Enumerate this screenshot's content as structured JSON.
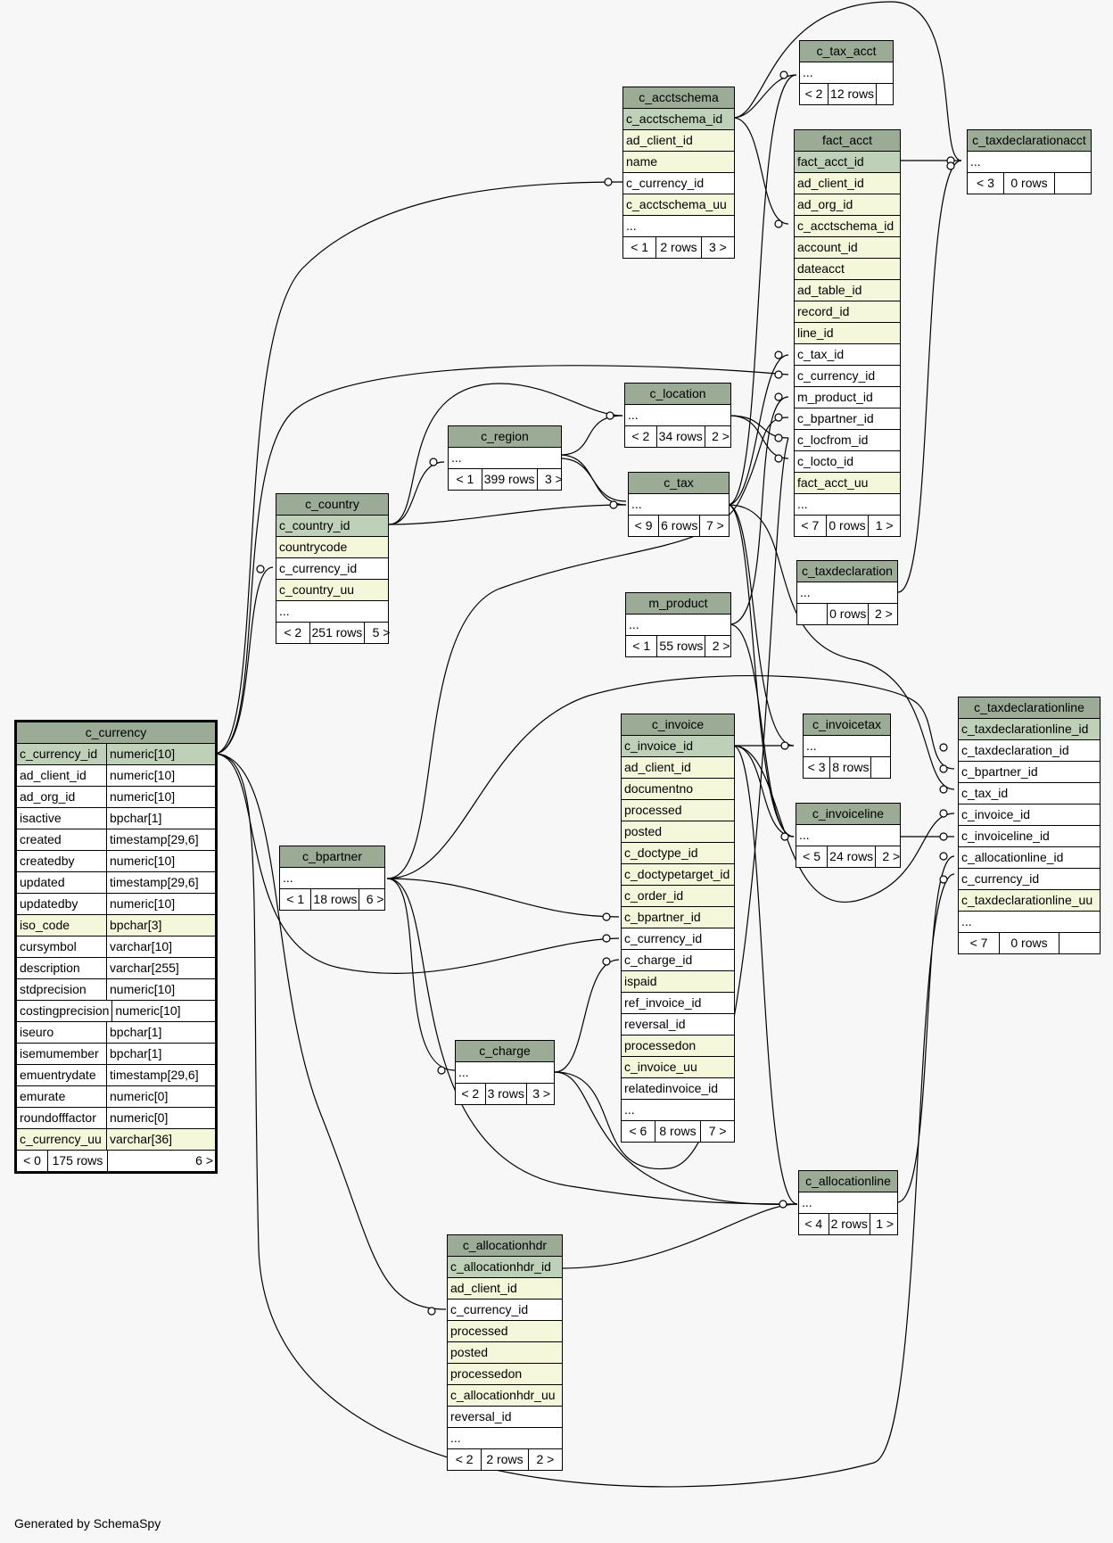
{
  "footer": "Generated by SchemaSpy",
  "tables": {
    "c_tax_acct": {
      "name": "c_tax_acct",
      "cols": [
        {
          "n": "..."
        }
      ],
      "foot": [
        "< 2",
        "12 rows",
        ""
      ]
    },
    "c_acctschema": {
      "name": "c_acctschema",
      "cols": [
        {
          "n": "c_acctschema_id",
          "k": "pk"
        },
        {
          "n": "ad_client_id",
          "k": "idx"
        },
        {
          "n": "name",
          "k": "idx"
        },
        {
          "n": "c_currency_id"
        },
        {
          "n": "c_acctschema_uu",
          "k": "idx"
        },
        {
          "n": "..."
        }
      ],
      "foot": [
        "< 1",
        "2 rows",
        "3 >"
      ]
    },
    "fact_acct": {
      "name": "fact_acct",
      "cols": [
        {
          "n": "fact_acct_id",
          "k": "pk"
        },
        {
          "n": "ad_client_id",
          "k": "idx"
        },
        {
          "n": "ad_org_id",
          "k": "idx"
        },
        {
          "n": "c_acctschema_id",
          "k": "idx"
        },
        {
          "n": "account_id",
          "k": "idx"
        },
        {
          "n": "dateacct",
          "k": "idx"
        },
        {
          "n": "ad_table_id",
          "k": "idx"
        },
        {
          "n": "record_id",
          "k": "idx"
        },
        {
          "n": "line_id",
          "k": "idx"
        },
        {
          "n": "c_tax_id"
        },
        {
          "n": "c_currency_id"
        },
        {
          "n": "m_product_id"
        },
        {
          "n": "c_bpartner_id"
        },
        {
          "n": "c_locfrom_id"
        },
        {
          "n": "c_locto_id"
        },
        {
          "n": "fact_acct_uu",
          "k": "idx"
        },
        {
          "n": "..."
        }
      ],
      "foot": [
        "< 7",
        "0 rows",
        "1 >"
      ]
    },
    "c_taxdeclarationacct": {
      "name": "c_taxdeclarationacct",
      "cols": [
        {
          "n": "..."
        }
      ],
      "foot": [
        "< 3",
        "0 rows",
        ""
      ]
    },
    "c_location": {
      "name": "c_location",
      "cols": [
        {
          "n": "..."
        }
      ],
      "foot": [
        "< 2",
        "34 rows",
        "2 >"
      ]
    },
    "c_region": {
      "name": "c_region",
      "cols": [
        {
          "n": "..."
        }
      ],
      "foot": [
        "< 1",
        "399 rows",
        "3 >"
      ]
    },
    "c_tax": {
      "name": "c_tax",
      "cols": [
        {
          "n": "..."
        }
      ],
      "foot": [
        "< 9",
        "6 rows",
        "7 >"
      ]
    },
    "c_country": {
      "name": "c_country",
      "cols": [
        {
          "n": "c_country_id",
          "k": "pk"
        },
        {
          "n": "countrycode",
          "k": "idx"
        },
        {
          "n": "c_currency_id"
        },
        {
          "n": "c_country_uu",
          "k": "idx"
        },
        {
          "n": "..."
        }
      ],
      "foot": [
        "< 2",
        "251 rows",
        "5 >"
      ]
    },
    "c_taxdeclaration": {
      "name": "c_taxdeclaration",
      "cols": [
        {
          "n": "..."
        }
      ],
      "foot": [
        "",
        "0 rows",
        "2 >"
      ]
    },
    "m_product": {
      "name": "m_product",
      "cols": [
        {
          "n": "..."
        }
      ],
      "foot": [
        "< 1",
        "55 rows",
        "2 >"
      ]
    },
    "c_taxdeclarationline": {
      "name": "c_taxdeclarationline",
      "cols": [
        {
          "n": "c_taxdeclarationline_id",
          "k": "pk"
        },
        {
          "n": "c_taxdeclaration_id"
        },
        {
          "n": "c_bpartner_id"
        },
        {
          "n": "c_tax_id"
        },
        {
          "n": "c_invoice_id"
        },
        {
          "n": "c_invoiceline_id"
        },
        {
          "n": "c_allocationline_id"
        },
        {
          "n": "c_currency_id"
        },
        {
          "n": "c_taxdeclarationline_uu",
          "k": "idx"
        },
        {
          "n": "..."
        }
      ],
      "foot": [
        "< 7",
        "0 rows",
        ""
      ]
    },
    "c_invoice": {
      "name": "c_invoice",
      "cols": [
        {
          "n": "c_invoice_id",
          "k": "pk"
        },
        {
          "n": "ad_client_id",
          "k": "idx"
        },
        {
          "n": "documentno",
          "k": "idx"
        },
        {
          "n": "processed",
          "k": "idx"
        },
        {
          "n": "posted",
          "k": "idx"
        },
        {
          "n": "c_doctype_id",
          "k": "idx"
        },
        {
          "n": "c_doctypetarget_id",
          "k": "idx"
        },
        {
          "n": "c_order_id",
          "k": "idx"
        },
        {
          "n": "c_bpartner_id",
          "k": "idx"
        },
        {
          "n": "c_currency_id"
        },
        {
          "n": "c_charge_id"
        },
        {
          "n": "ispaid",
          "k": "idx"
        },
        {
          "n": "ref_invoice_id"
        },
        {
          "n": "reversal_id"
        },
        {
          "n": "processedon",
          "k": "idx"
        },
        {
          "n": "c_invoice_uu",
          "k": "idx"
        },
        {
          "n": "relatedinvoice_id"
        },
        {
          "n": "..."
        }
      ],
      "foot": [
        "< 6",
        "8 rows",
        "7 >"
      ]
    },
    "c_invoicetax": {
      "name": "c_invoicetax",
      "cols": [
        {
          "n": "..."
        }
      ],
      "foot": [
        "< 3",
        "8 rows",
        ""
      ]
    },
    "c_invoiceline": {
      "name": "c_invoiceline",
      "cols": [
        {
          "n": "..."
        }
      ],
      "foot": [
        "< 5",
        "24 rows",
        "2 >"
      ]
    },
    "c_currency": {
      "name": "c_currency",
      "cols": [
        {
          "n": "c_currency_id",
          "t": "numeric[10]",
          "k": "pk"
        },
        {
          "n": "ad_client_id",
          "t": "numeric[10]"
        },
        {
          "n": "ad_org_id",
          "t": "numeric[10]"
        },
        {
          "n": "isactive",
          "t": "bpchar[1]"
        },
        {
          "n": "created",
          "t": "timestamp[29,6]"
        },
        {
          "n": "createdby",
          "t": "numeric[10]"
        },
        {
          "n": "updated",
          "t": "timestamp[29,6]"
        },
        {
          "n": "updatedby",
          "t": "numeric[10]"
        },
        {
          "n": "iso_code",
          "t": "bpchar[3]",
          "k": "idx"
        },
        {
          "n": "cursymbol",
          "t": "varchar[10]"
        },
        {
          "n": "description",
          "t": "varchar[255]"
        },
        {
          "n": "stdprecision",
          "t": "numeric[10]"
        },
        {
          "n": "costingprecision",
          "t": "numeric[10]"
        },
        {
          "n": "iseuro",
          "t": "bpchar[1]"
        },
        {
          "n": "isemumember",
          "t": "bpchar[1]"
        },
        {
          "n": "emuentrydate",
          "t": "timestamp[29,6]"
        },
        {
          "n": "emurate",
          "t": "numeric[0]"
        },
        {
          "n": "roundofffactor",
          "t": "numeric[0]"
        },
        {
          "n": "c_currency_uu",
          "t": "varchar[36]",
          "k": "idx"
        }
      ],
      "foot": [
        "< 0",
        "175 rows",
        "6 >"
      ]
    },
    "c_bpartner": {
      "name": "c_bpartner",
      "cols": [
        {
          "n": "..."
        }
      ],
      "foot": [
        "< 1",
        "18 rows",
        "6 >"
      ]
    },
    "c_charge": {
      "name": "c_charge",
      "cols": [
        {
          "n": "..."
        }
      ],
      "foot": [
        "< 2",
        "3 rows",
        "3 >"
      ]
    },
    "c_allocationline": {
      "name": "c_allocationline",
      "cols": [
        {
          "n": "..."
        }
      ],
      "foot": [
        "< 4",
        "2 rows",
        "1 >"
      ]
    },
    "c_allocationhdr": {
      "name": "c_allocationhdr",
      "cols": [
        {
          "n": "c_allocationhdr_id",
          "k": "pk"
        },
        {
          "n": "ad_client_id",
          "k": "idx"
        },
        {
          "n": "c_currency_id"
        },
        {
          "n": "processed",
          "k": "idx"
        },
        {
          "n": "posted",
          "k": "idx"
        },
        {
          "n": "processedon",
          "k": "idx"
        },
        {
          "n": "c_allocationhdr_uu",
          "k": "idx"
        },
        {
          "n": "reversal_id"
        },
        {
          "n": "..."
        }
      ],
      "foot": [
        "< 2",
        "2 rows",
        "2 >"
      ]
    }
  },
  "relationships": [
    {
      "from": "c_acctschema",
      "to": "c_tax_acct",
      "label": "..."
    },
    {
      "from": "c_tax",
      "to": "c_tax_acct",
      "label": "..."
    },
    {
      "from": "c_acctschema",
      "to": "fact_acct",
      "label": "c_acctschema_id"
    },
    {
      "from": "fact_acct",
      "to": "c_taxdeclarationacct",
      "label": "..."
    },
    {
      "from": "c_taxdeclaration",
      "to": "c_taxdeclarationacct",
      "label": "..."
    },
    {
      "from": "c_acctschema",
      "to": "c_taxdeclarationacct",
      "label": "..."
    },
    {
      "from": "c_currency",
      "to": "c_acctschema",
      "label": "c_currency_id"
    },
    {
      "from": "c_currency",
      "to": "c_country",
      "label": "c_currency_id"
    },
    {
      "from": "c_currency",
      "to": "fact_acct",
      "label": "c_currency_id"
    },
    {
      "from": "c_country",
      "to": "c_region",
      "label": "..."
    },
    {
      "from": "c_country",
      "to": "c_location",
      "label": "..."
    },
    {
      "from": "c_region",
      "to": "c_location",
      "label": "..."
    },
    {
      "from": "c_country",
      "to": "c_tax",
      "label": "..."
    },
    {
      "from": "c_region",
      "to": "c_tax",
      "label": "..."
    },
    {
      "from": "c_tax",
      "to": "fact_acct",
      "label": "c_tax_id"
    },
    {
      "from": "m_product",
      "to": "fact_acct",
      "label": "m_product_id"
    },
    {
      "from": "c_bpartner",
      "to": "fact_acct",
      "label": "c_bpartner_id"
    },
    {
      "from": "c_location",
      "to": "fact_acct",
      "label": "c_locfrom_id"
    },
    {
      "from": "c_location",
      "to": "fact_acct",
      "label": "c_locto_id"
    },
    {
      "from": "c_taxdeclaration",
      "to": "c_taxdeclarationline",
      "label": "c_taxdeclaration_id"
    },
    {
      "from": "c_bpartner",
      "to": "c_taxdeclarationline",
      "label": "c_bpartner_id"
    },
    {
      "from": "c_tax",
      "to": "c_taxdeclarationline",
      "label": "c_tax_id"
    },
    {
      "from": "c_invoice",
      "to": "c_taxdeclarationline",
      "label": "c_invoice_id"
    },
    {
      "from": "c_invoiceline",
      "to": "c_taxdeclarationline",
      "label": "c_invoiceline_id"
    },
    {
      "from": "c_allocationline",
      "to": "c_taxdeclarationline",
      "label": "c_allocationline_id"
    },
    {
      "from": "c_currency",
      "to": "c_taxdeclarationline",
      "label": "c_currency_id"
    },
    {
      "from": "c_invoice",
      "to": "c_invoicetax",
      "label": "..."
    },
    {
      "from": "c_tax",
      "to": "c_invoicetax",
      "label": "..."
    },
    {
      "from": "c_invoice",
      "to": "c_invoiceline",
      "label": "..."
    },
    {
      "from": "c_tax",
      "to": "c_invoiceline",
      "label": "..."
    },
    {
      "from": "m_product",
      "to": "c_invoiceline",
      "label": "..."
    },
    {
      "from": "c_bpartner",
      "to": "c_invoice",
      "label": "c_bpartner_id"
    },
    {
      "from": "c_currency",
      "to": "c_invoice",
      "label": "c_currency_id"
    },
    {
      "from": "c_charge",
      "to": "c_invoice",
      "label": "c_charge_id"
    },
    {
      "from": "c_bpartner",
      "to": "c_charge",
      "label": "..."
    },
    {
      "from": "c_invoice",
      "to": "c_allocationline",
      "label": "..."
    },
    {
      "from": "c_bpartner",
      "to": "c_allocationline",
      "label": "..."
    },
    {
      "from": "c_charge",
      "to": "c_allocationline",
      "label": "..."
    },
    {
      "from": "c_allocationhdr",
      "to": "c_allocationline",
      "label": "..."
    },
    {
      "from": "c_currency",
      "to": "c_allocationhdr",
      "label": "c_currency_id"
    }
  ]
}
